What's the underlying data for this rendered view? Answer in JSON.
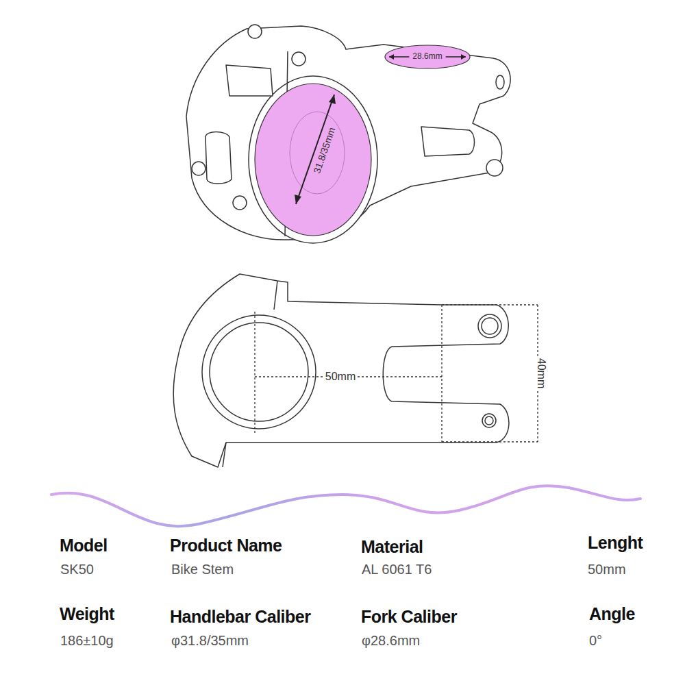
{
  "diagram": {
    "nodes": [
      {
        "text": [
          "28.6mm"
        ]
      },
      {
        "text": [
          "31.8/35mm"
        ]
      }
    ],
    "labels": [
      "50mm",
      "40mm",
      "Model",
      "SK50",
      "Product Name",
      "Bike Stem",
      "Material",
      "AL 6061 T6",
      "Lenght",
      "50mm",
      "Weight",
      "186±10g",
      "Handlebar Caliber",
      "φ31.8/35mm",
      "Fork Caliber",
      "φ28.6mm",
      "Angle",
      "0°"
    ]
  }
}
